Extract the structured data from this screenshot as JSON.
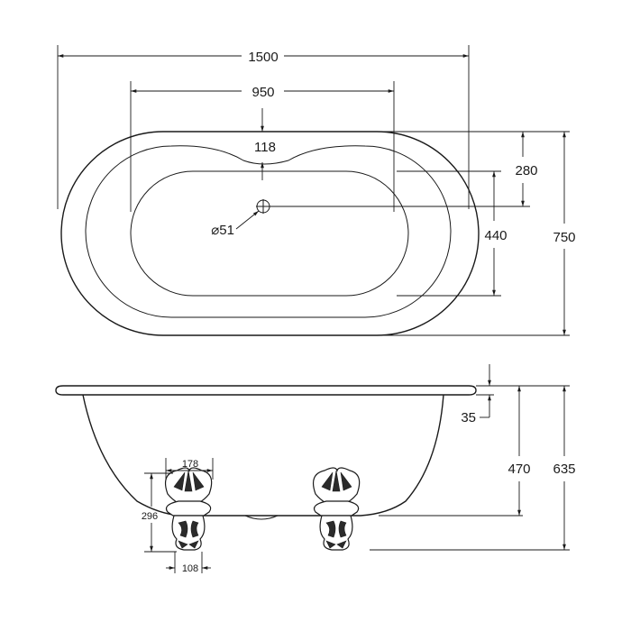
{
  "dimensions": {
    "overall_length": "1500",
    "inner_length": "950",
    "rim_to_inner": "118",
    "rim_to_waste": "280",
    "inner_width": "440",
    "overall_width": "750",
    "waste_diameter": "⌀51",
    "rim_thickness": "35",
    "inner_depth": "470",
    "overall_height": "635",
    "foot_width": "178",
    "foot_height": "296",
    "foot_base_width": "108"
  }
}
